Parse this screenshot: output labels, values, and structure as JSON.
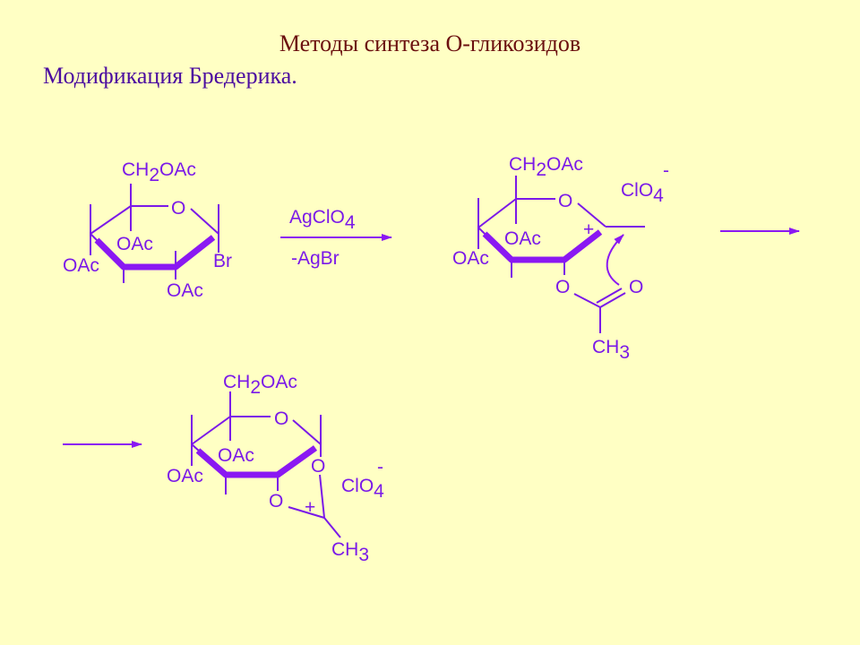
{
  "slide": {
    "title": "Методы синтеза O-гликозидов",
    "subtitle": "Модификация Бредерика."
  },
  "labels": {
    "ch2oac": "CH",
    "ch2oac_sub": "2",
    "ch2oac_tail": "OAc",
    "o": "O",
    "oac": "OAc",
    "br": "Br",
    "reagent": "AgClO",
    "reagent_sub": "4",
    "byproduct": "-AgBr",
    "clo": "ClO",
    "clo_sub": "4",
    "minus": "-",
    "plus": "+",
    "ch3": "CH",
    "ch3_sub": "3"
  },
  "colors": {
    "background": "#FFFFC4",
    "title": "#6B0F0F",
    "subtitle": "#4B0CA0",
    "chemistry": "#7A19E8"
  }
}
